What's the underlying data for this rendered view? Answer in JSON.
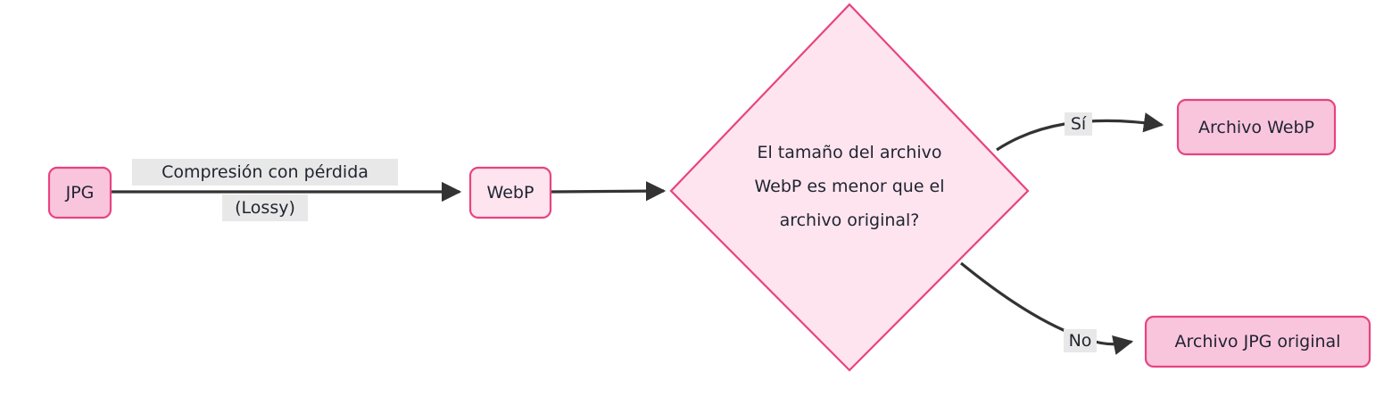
{
  "diagram": {
    "type": "flowchart",
    "direction": "left-to-right",
    "background": "#ffffff",
    "colors": {
      "node_fill_dark": "#f9c5dd",
      "node_fill_light": "#fde4ef",
      "node_stroke": "#e8437f",
      "text": "#1f2430",
      "edge_stroke": "#333333",
      "edge_label_bg": "#e8e8e8"
    }
  },
  "nodes": {
    "jpg": {
      "label": "JPG",
      "shape": "rounded-rect",
      "fill": "#f9c5dd"
    },
    "webp": {
      "label": "WebP",
      "shape": "rounded-rect",
      "fill": "#fde4ef"
    },
    "decision": {
      "shape": "diamond",
      "fill": "#fde4ef",
      "line1": "El tamaño del archivo",
      "line2": "WebP es menor que el",
      "line3": "archivo original?"
    },
    "result_webp": {
      "label": "Archivo WebP",
      "shape": "rounded-rect",
      "fill": "#f9c5dd"
    },
    "result_jpg": {
      "label": "Archivo JPG original",
      "shape": "rounded-rect",
      "fill": "#f9c5dd"
    }
  },
  "edges": [
    {
      "from": "jpg",
      "to": "webp",
      "label_line1": "Compresión con pérdida",
      "label_line2": "(Lossy)"
    },
    {
      "from": "webp",
      "to": "decision",
      "label": ""
    },
    {
      "from": "decision",
      "to": "result_webp",
      "label": "Sí"
    },
    {
      "from": "decision",
      "to": "result_jpg",
      "label": "No"
    }
  ]
}
